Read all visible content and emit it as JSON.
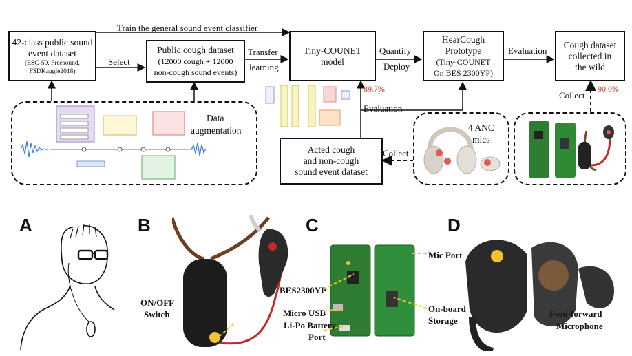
{
  "top": {
    "box_public": {
      "line1": "42-class public sound",
      "line2": "event dataset",
      "line3": "(ESC-50, Freesound,",
      "line4": "FSDKaggle2018)"
    },
    "box_cough": {
      "line1": "Public cough dataset",
      "line2": "(12000 cough + 12000",
      "line3": "non-cough sound events)"
    },
    "box_model": {
      "line1": "Tiny-COUNET",
      "line2": "model"
    },
    "box_proto": {
      "line1": "HearCough",
      "line2": "Prototype",
      "line3": "(Tiny-COUNET",
      "line4": "On BES 2300YP)"
    },
    "box_wild": {
      "line1": "Cough dataset",
      "line2": "collected in",
      "line3": "the wild"
    },
    "box_acted": {
      "line1": "Acted cough",
      "line2": "and non-cough",
      "line3": "sound event dataset"
    },
    "arrows": {
      "train": "Train the general sound event classifier",
      "select": "Select",
      "transfer1": "Transfer",
      "transfer2": "learning",
      "quantify": "Quantify",
      "deploy": "Deploy",
      "evaluation1": "Evaluation",
      "evaluation2": "Evaluation",
      "collect1": "Collect",
      "collect2": "Collect"
    },
    "scores": {
      "model": "89.7%",
      "wild": "90.0%"
    },
    "aug": {
      "line1": "Data",
      "line2": "augmentation"
    },
    "anc": {
      "line1": "4 ANC",
      "line2": "mics"
    }
  },
  "panels": {
    "A": "A",
    "B": "B",
    "C": "C",
    "D": "D"
  },
  "panel_labels": {
    "onoff1": "ON/OFF",
    "onoff2": "Switch",
    "bes": "BES2300YP",
    "usb": "Micro USB",
    "lipo1": "Li-Po Battery",
    "lipo2": "Port",
    "mic_port": "Mic Port",
    "storage1": "On-board",
    "storage2": "Storage",
    "ff1": "Feed-forward",
    "ff2": "Microphone"
  },
  "colors": {
    "accent_red": "#c0392b",
    "board_green": "#2e7d32",
    "marker_yellow": "#f2c230"
  }
}
